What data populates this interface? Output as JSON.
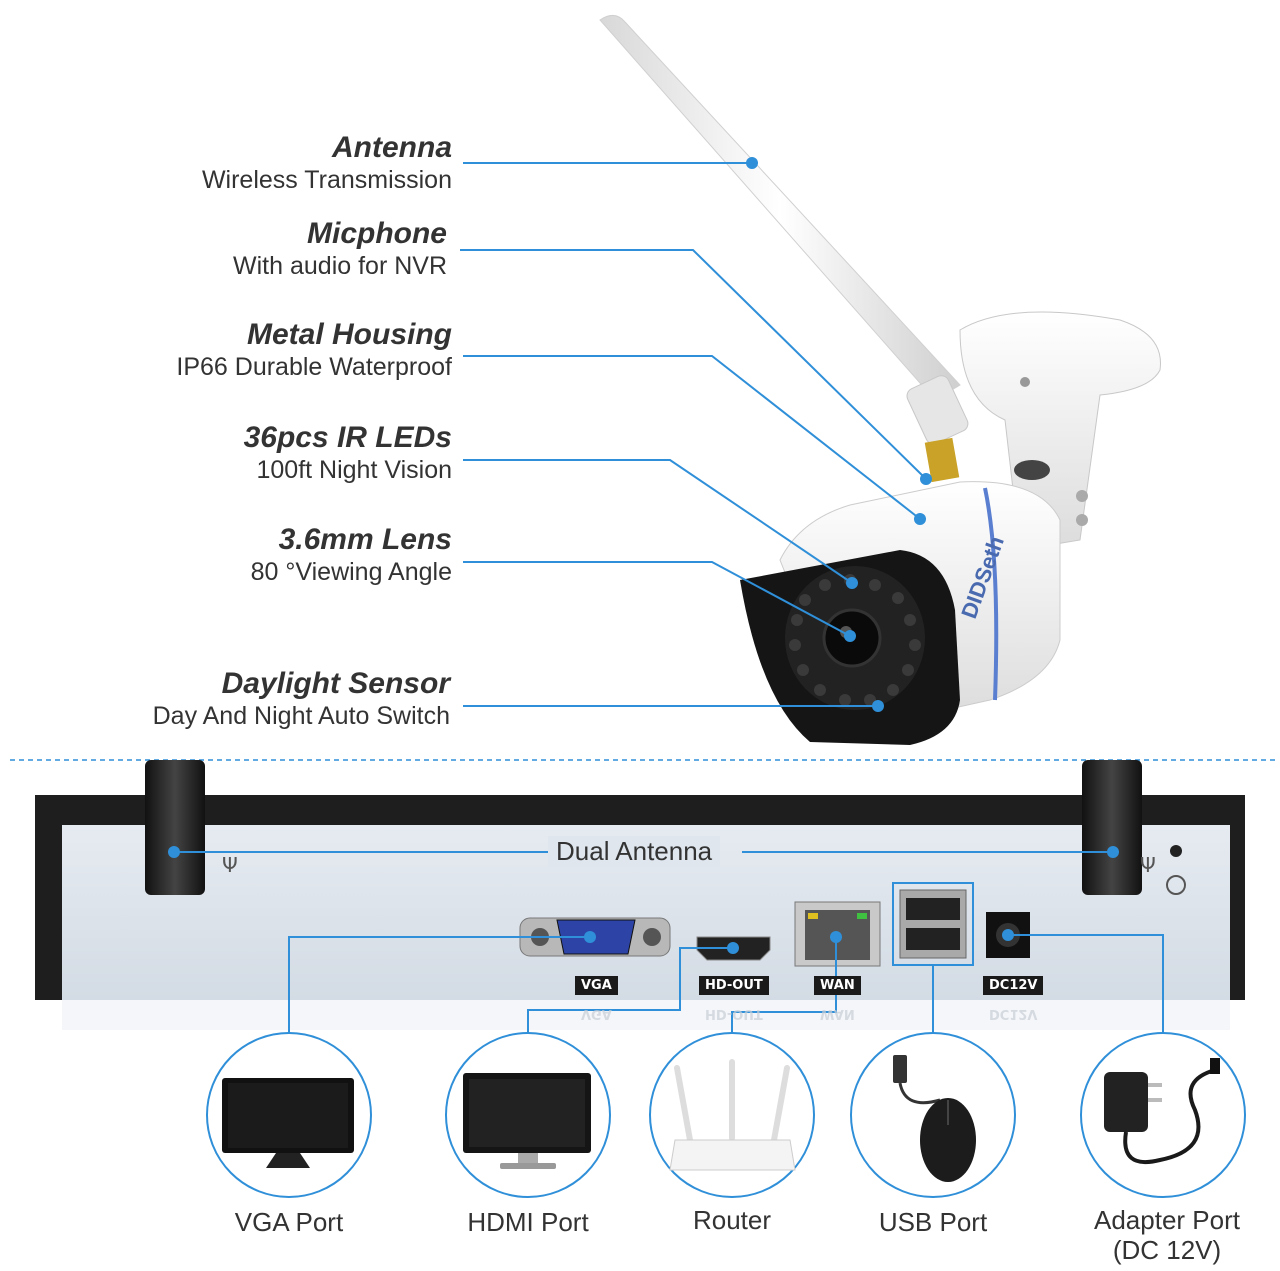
{
  "camera": {
    "brand": "DIDSeth",
    "features": [
      {
        "title": "Antenna",
        "subtitle": "Wireless Transmission"
      },
      {
        "title": "Micphone",
        "subtitle": "With audio for NVR"
      },
      {
        "title": "Metal Housing",
        "subtitle": "IP66 Durable Waterproof"
      },
      {
        "title": "36pcs IR LEDs",
        "subtitle": "100ft Night Vision"
      },
      {
        "title": "3.6mm Lens",
        "subtitle": "80 °Viewing Angle"
      },
      {
        "title": "Daylight Sensor",
        "subtitle": "Day And Night Auto Switch"
      }
    ]
  },
  "nvr": {
    "antenna_label": "Dual Antenna",
    "ports": [
      "VGA",
      "HD-OUT",
      "WAN",
      "DC12V"
    ]
  },
  "devices": [
    {
      "caption": "VGA Port"
    },
    {
      "caption": "HDMI Port"
    },
    {
      "caption": "Router"
    },
    {
      "caption": "USB Port"
    },
    {
      "caption": "Adapter Port\n(DC 12V)"
    }
  ],
  "colors": {
    "accent": "#2f8fd8",
    "text": "#333333",
    "panel": "#dfe6ee",
    "frame": "#1e1e1e"
  }
}
